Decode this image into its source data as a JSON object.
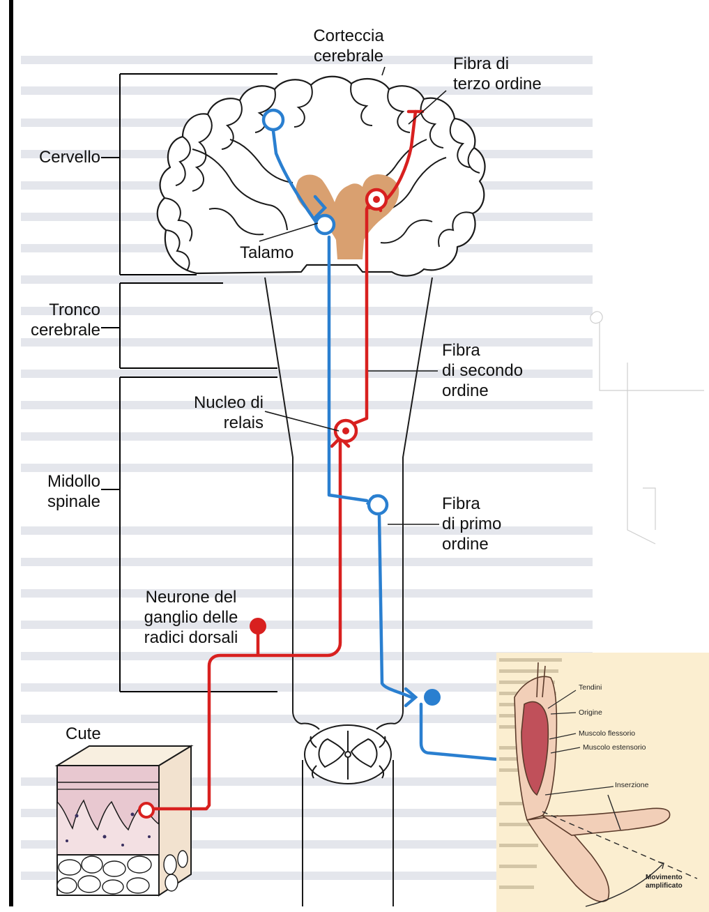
{
  "labels": {
    "cortex": [
      "Corteccia",
      "cerebrale"
    ],
    "third_order_fiber": [
      "Fibra di",
      "terzo ordine"
    ],
    "brain": "Cervello",
    "thalamus": "Talamo",
    "brainstem": [
      "Tronco",
      "cerebrale"
    ],
    "second_order_fiber": [
      "Fibra",
      "di secondo",
      "ordine"
    ],
    "relay_nucleus": [
      "Nucleo di",
      "relais"
    ],
    "spinal_cord": [
      "Midollo",
      "spinale"
    ],
    "first_order_fiber": [
      "Fibra",
      "di primo",
      "ordine"
    ],
    "drg_neuron": [
      "Neurone del",
      "ganglio delle",
      "radici dorsali"
    ],
    "skin": "Cute"
  },
  "inset_labels": {
    "tendons": "Tendini",
    "origin": "Origine",
    "flexor": "Muscolo flessorio",
    "extensor": "Muscolo estensorio",
    "insertion": "Inserzione",
    "movement": [
      "Movimento",
      "amplificato"
    ]
  },
  "colors": {
    "red_pathway": "#d8201f",
    "blue_pathway": "#2a7fd0",
    "thalamus": "#d9a070",
    "inset_bg": "#fbeed0"
  }
}
